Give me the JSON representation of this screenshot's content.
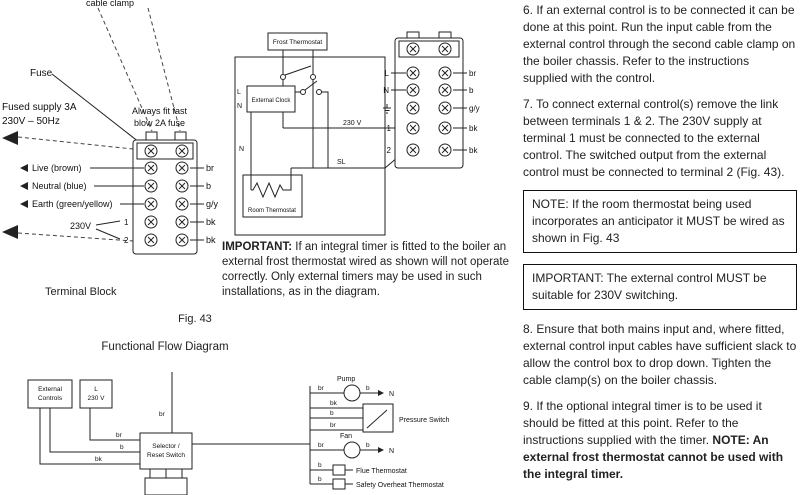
{
  "left": {
    "cable_clamp": "cable clamp",
    "fuse": "Fuse",
    "fused_supply1": "Fused supply 3A",
    "fused_supply2": "230V – 50Hz",
    "fast_fuse1": "Always fit fast",
    "fast_fuse2": "blow 2A fuse",
    "live": "Live (brown)",
    "neutral": "Neutral (blue)",
    "earth": "Earth (green/yellow)",
    "v230": "230V",
    "n1": "1",
    "n2": "2",
    "br": "br",
    "b": "b",
    "gy": "g/y",
    "bk": "bk",
    "terminal_block": "Terminal Block",
    "fig": "Fig. 43",
    "flow_title": "Functional Flow Diagram"
  },
  "mid": {
    "frost": "Frost Thermostat",
    "clock": "External Clock",
    "room": "Room Thermostat",
    "L": "L",
    "N": "N",
    "SL": "SL",
    "v230": "230 V",
    "n1": "1",
    "n2": "2",
    "br": "br",
    "b": "b",
    "gy": "g/y",
    "bk": "bk",
    "important_label": "IMPORTANT:",
    "important_text": " If an integral timer is fitted to the boiler an external frost thermostat wired as shown will not operate correctly. Only external timers may be used in such installations, as in the diagram."
  },
  "flow": {
    "ext1": "External",
    "ext2": "Controls",
    "L": "L",
    "v230": "230 V",
    "sel1": "Selector /",
    "sel2": "Reset Switch",
    "pump": "Pump",
    "fan": "Fan",
    "pressure": "Pressure Switch",
    "flue": "Flue Thermostat",
    "safety": "Safety Overheat Thermostat",
    "N": "N",
    "br": "br",
    "b": "b",
    "bk": "bk"
  },
  "right": {
    "para6": "6. If an external control is to be connected it can be done at this point. Run the input cable from the external control through the second cable clamp on the boiler chassis. Refer to the instructions supplied with the control.",
    "para7": "7. To connect external control(s) remove the link between terminals 1 & 2. The 230V supply at terminal 1 must be connected to the external control. The switched output from the external control must be connected to terminal 2 (Fig. 43).",
    "note": "NOTE: If the room thermostat being used incorporates an anticipator it MUST be wired as shown in Fig. 43",
    "important": "IMPORTANT: The external control MUST be suitable for 230V switching.",
    "para8": "8. Ensure that both mains input and, where fitted, external control input cables have sufficient slack to allow the control box to drop down. Tighten the cable clamp(s) on the boiler chassis.",
    "para9": "9. If the optional integral timer is to be used it should be fitted at this point. Refer to the instructions supplied with the timer. ",
    "para9_note": "NOTE: An external frost thermostat cannot be used with the integral timer."
  }
}
